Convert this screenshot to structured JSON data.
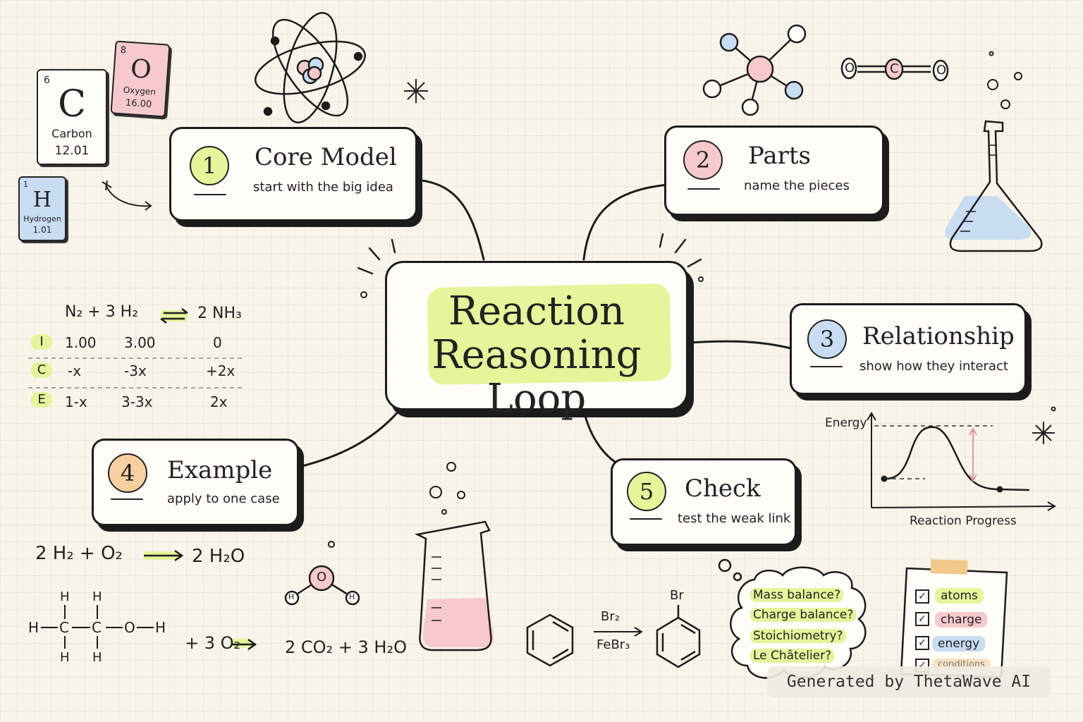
{
  "colors": {
    "paper": "#f8f4ea",
    "highlight_green": "#e4f59a",
    "pink": "#f6c9cc",
    "blue": "#c8dcf2",
    "orange": "#f8cf9f",
    "ink": "#1c1c1c"
  },
  "center": {
    "title_line1": "Reaction",
    "title_line2": "Reasoning Loop"
  },
  "nodes": [
    {
      "number": "1",
      "title": "Core Model",
      "subtitle": "start with the big idea",
      "badge_color": "#e4f59a"
    },
    {
      "number": "2",
      "title": "Parts",
      "subtitle": "name the pieces",
      "badge_color": "#f6c9cc"
    },
    {
      "number": "3",
      "title": "Relationship",
      "subtitle": "show how they interact",
      "badge_color": "#c8dcf2"
    },
    {
      "number": "4",
      "title": "Example",
      "subtitle": "apply to one case",
      "badge_color": "#f8cf9f"
    },
    {
      "number": "5",
      "title": "Check",
      "subtitle": "test the weak link",
      "badge_color": "#e4f59a"
    }
  ],
  "elements": [
    {
      "number": "6",
      "symbol": "C",
      "name": "Carbon",
      "mass": "12.01",
      "color": "#fffdf8"
    },
    {
      "number": "8",
      "symbol": "O",
      "name": "Oxygen",
      "mass": "16.00",
      "color": "#f6c9cc"
    },
    {
      "number": "1",
      "symbol": "H",
      "name": "Hydrogen",
      "mass": "1.01",
      "color": "#c8dcf2"
    }
  ],
  "ice_table": {
    "equation": {
      "lhs": "N₂ + 3 H₂",
      "arrow": "⇄",
      "rhs": "2 NH₃"
    },
    "rows": [
      {
        "label": "I",
        "values": [
          "1.00",
          "3.00",
          "0"
        ]
      },
      {
        "label": "C",
        "values": [
          "-x",
          "-3x",
          "+2x"
        ]
      },
      {
        "label": "E",
        "values": [
          "1-x",
          "3-3x",
          "2x"
        ]
      }
    ]
  },
  "equations": {
    "water_formation": {
      "lhs": "2 H₂ + O₂",
      "rhs": "2 H₂O"
    },
    "combustion": {
      "lhs": "+ 3 O₂",
      "rhs": "2 CO₂ + 3 H₂O"
    },
    "bromination": {
      "reagent_top": "Br₂",
      "reagent_bottom": "FeBr₃",
      "substituent": "Br"
    }
  },
  "structure_labels": {
    "ethanol_atoms": [
      "H",
      "H",
      "H",
      "C",
      "C",
      "O",
      "H",
      "H",
      "H"
    ],
    "water_atoms": [
      "O",
      "H",
      "H"
    ],
    "co2_atoms": [
      "O",
      "C",
      "O"
    ]
  },
  "energy_diagram": {
    "ylabel": "Energy",
    "xlabel": "Reaction Progress"
  },
  "check_questions": [
    "Mass balance?",
    "Charge balance?",
    "Stoichiometry?",
    "Le Châtelier?"
  ],
  "checklist": [
    {
      "label": "atoms",
      "checked": true,
      "color": "#e4f59a"
    },
    {
      "label": "charge",
      "checked": true,
      "color": "#f6c9cc"
    },
    {
      "label": "energy",
      "checked": true,
      "color": "#c8dcf2"
    },
    {
      "label": "conditions",
      "checked": true,
      "color": "#f8cf9f"
    }
  ],
  "check_mark": "✓",
  "watermark": "Generated by ThetaWave AI"
}
